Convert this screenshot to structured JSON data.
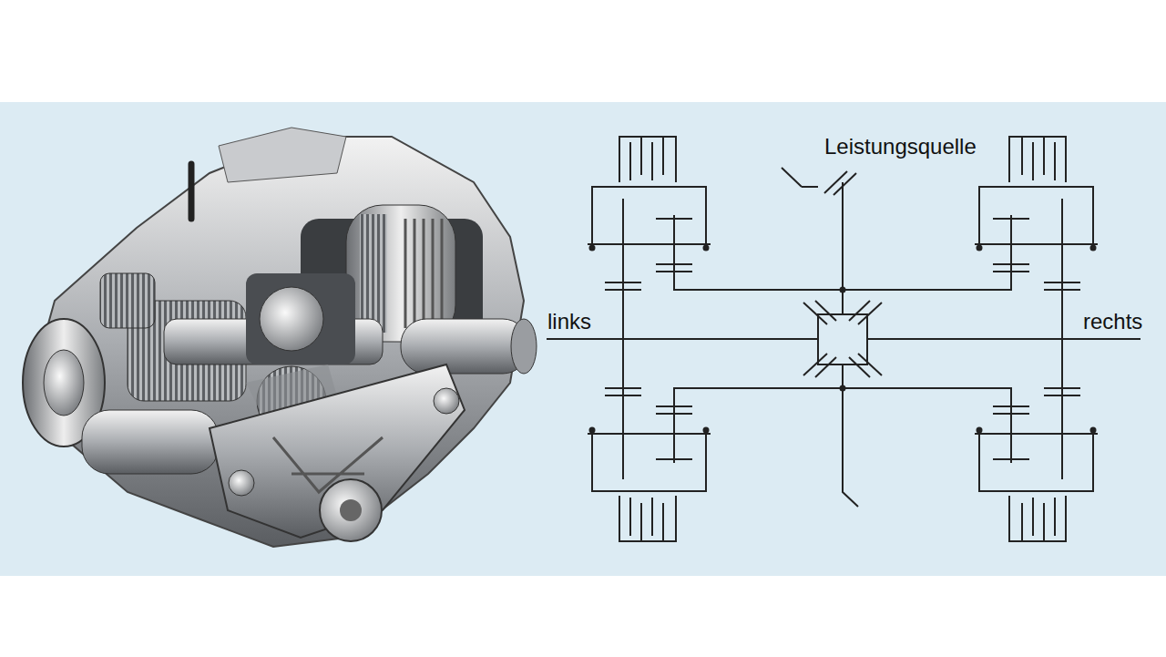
{
  "diagram": {
    "labels": [
      "Leistungsquelle",
      "links",
      "rechts"
    ]
  }
}
